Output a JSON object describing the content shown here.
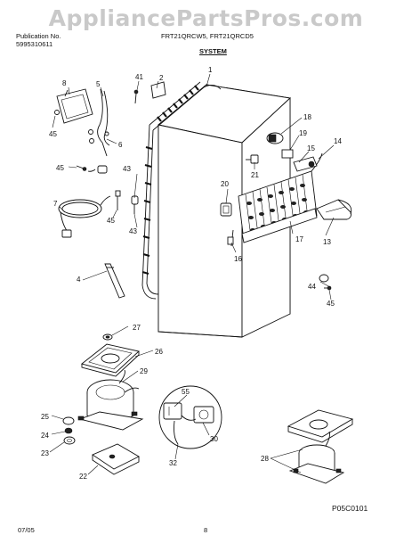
{
  "watermark": "AppliancePartsPros.com",
  "header": {
    "publication_label": "Publication No.",
    "publication_number": "5995310611",
    "models": "FRT21QRCW5, FRT21QRCD5",
    "section": "SYSTEM"
  },
  "callouts": [
    "1",
    "2",
    "4",
    "5",
    "6",
    "7",
    "8",
    "13",
    "14",
    "15",
    "16",
    "17",
    "18",
    "19",
    "20",
    "21",
    "22",
    "23",
    "24",
    "25",
    "26",
    "27",
    "28",
    "29",
    "30",
    "32",
    "41",
    "43",
    "43",
    "44",
    "45",
    "45",
    "45",
    "45",
    "55"
  ],
  "footer": {
    "date": "07/05",
    "page": "8",
    "diagram_code": "P05C0101"
  }
}
